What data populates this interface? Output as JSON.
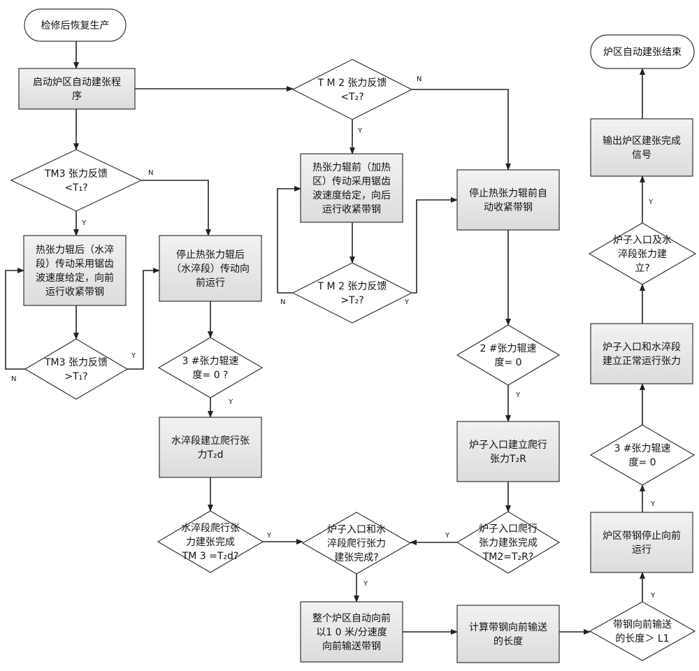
{
  "colors": {
    "box_fill": "#e6e6e6",
    "stroke": "#333333",
    "arrow": "#222222"
  },
  "nodes": {
    "start": {
      "lines": [
        "检修后恢复生产"
      ]
    },
    "launch": {
      "lines": [
        "启动炉区自动建张程",
        "序"
      ]
    },
    "tm3_q1": {
      "lines": [
        "TM3 张力反馈",
        "<T₁?"
      ]
    },
    "rear_saw": {
      "lines": [
        "热张力辊后（水淬",
        "段）传动采用锯齿",
        "波速度给定，向前",
        "运行收紧带钢"
      ]
    },
    "tm3_q2": {
      "lines": [
        "TM3 张力反馈",
        ">T₁?"
      ]
    },
    "stop_rear": {
      "lines": [
        "停止热张力辊后",
        "（水淬段）传动向",
        "前运行"
      ]
    },
    "speed3_q1": {
      "lines": [
        "3 #张力辊速",
        "度= 0 ?"
      ]
    },
    "water_crawl": {
      "lines": [
        "水淬段建立爬行张",
        "力T₂d"
      ]
    },
    "water_crawl_q": {
      "lines": [
        "水淬段爬行张",
        "力建张完成",
        "TM 3 =T₂d?"
      ]
    },
    "tm2_q1": {
      "lines": [
        "T M 2 张力反馈",
        "<T₂?"
      ]
    },
    "front_saw": {
      "lines": [
        "热张力辊前（加热",
        "区）传动采用锯齿",
        "波速度给定，向后",
        "运行收紧带钢"
      ]
    },
    "tm2_q2": {
      "lines": [
        "T M 2 张力反馈",
        ">T₂?"
      ]
    },
    "stop_front": {
      "lines": [
        "停止热张力辊前自",
        "动收紧带钢"
      ]
    },
    "speed2_q": {
      "lines": [
        "2 #张力辊速",
        "度= 0"
      ]
    },
    "furnace_crawl": {
      "lines": [
        "炉子入口建立爬行",
        "张力T₂R"
      ]
    },
    "furnace_crawl_q": {
      "lines": [
        "炉子入口爬行",
        "张力建张完成",
        "TM2=T₂R?"
      ]
    },
    "both_crawl_q": {
      "lines": [
        "炉子入口和水",
        "淬段爬行张力",
        "建张完成?"
      ]
    },
    "convey": {
      "lines": [
        "整个炉区自动向前",
        "以1 0 米/分速度",
        "向前输送带钢"
      ]
    },
    "calc_len": {
      "lines": [
        "计算带钢向前输送",
        "的长度"
      ]
    },
    "len_q": {
      "lines": [
        "带钢向前输送",
        "的长度＞    L1"
      ]
    },
    "stop_strip": {
      "lines": [
        "炉区带钢停止向前",
        "运行"
      ]
    },
    "speed3_q2": {
      "lines": [
        "3 #张力辊速",
        "度= 0"
      ]
    },
    "normal_tension": {
      "lines": [
        "炉子入口和水淬段",
        "建立正常运行张力"
      ]
    },
    "tension_q": {
      "lines": [
        "炉子入口及水",
        "淬段张力建",
        "立?"
      ]
    },
    "output_signal": {
      "lines": [
        "输出炉区建张完成",
        "信号"
      ]
    },
    "end": {
      "lines": [
        "炉区自动建张结束"
      ]
    }
  },
  "edge_labels": {
    "y_tm3_q1": "Y",
    "n_tm3_q1": "N",
    "y_tm3_q2": "Y",
    "n_tm3_q2": "N",
    "y_speed3_q1": "Y",
    "y_water_crawl_q": "Y",
    "n_tm2_q1": "N",
    "y_tm2_q1": "Y",
    "n_tm2_q2": "N",
    "y_tm2_q2": "Y",
    "y_speed2_q": "Y",
    "y_furnace_crawl_q": "Y",
    "y_both_crawl_q": "Y",
    "y_len_q": "Y",
    "y_speed3_q2": "Y",
    "y_tension_q": "Y"
  }
}
